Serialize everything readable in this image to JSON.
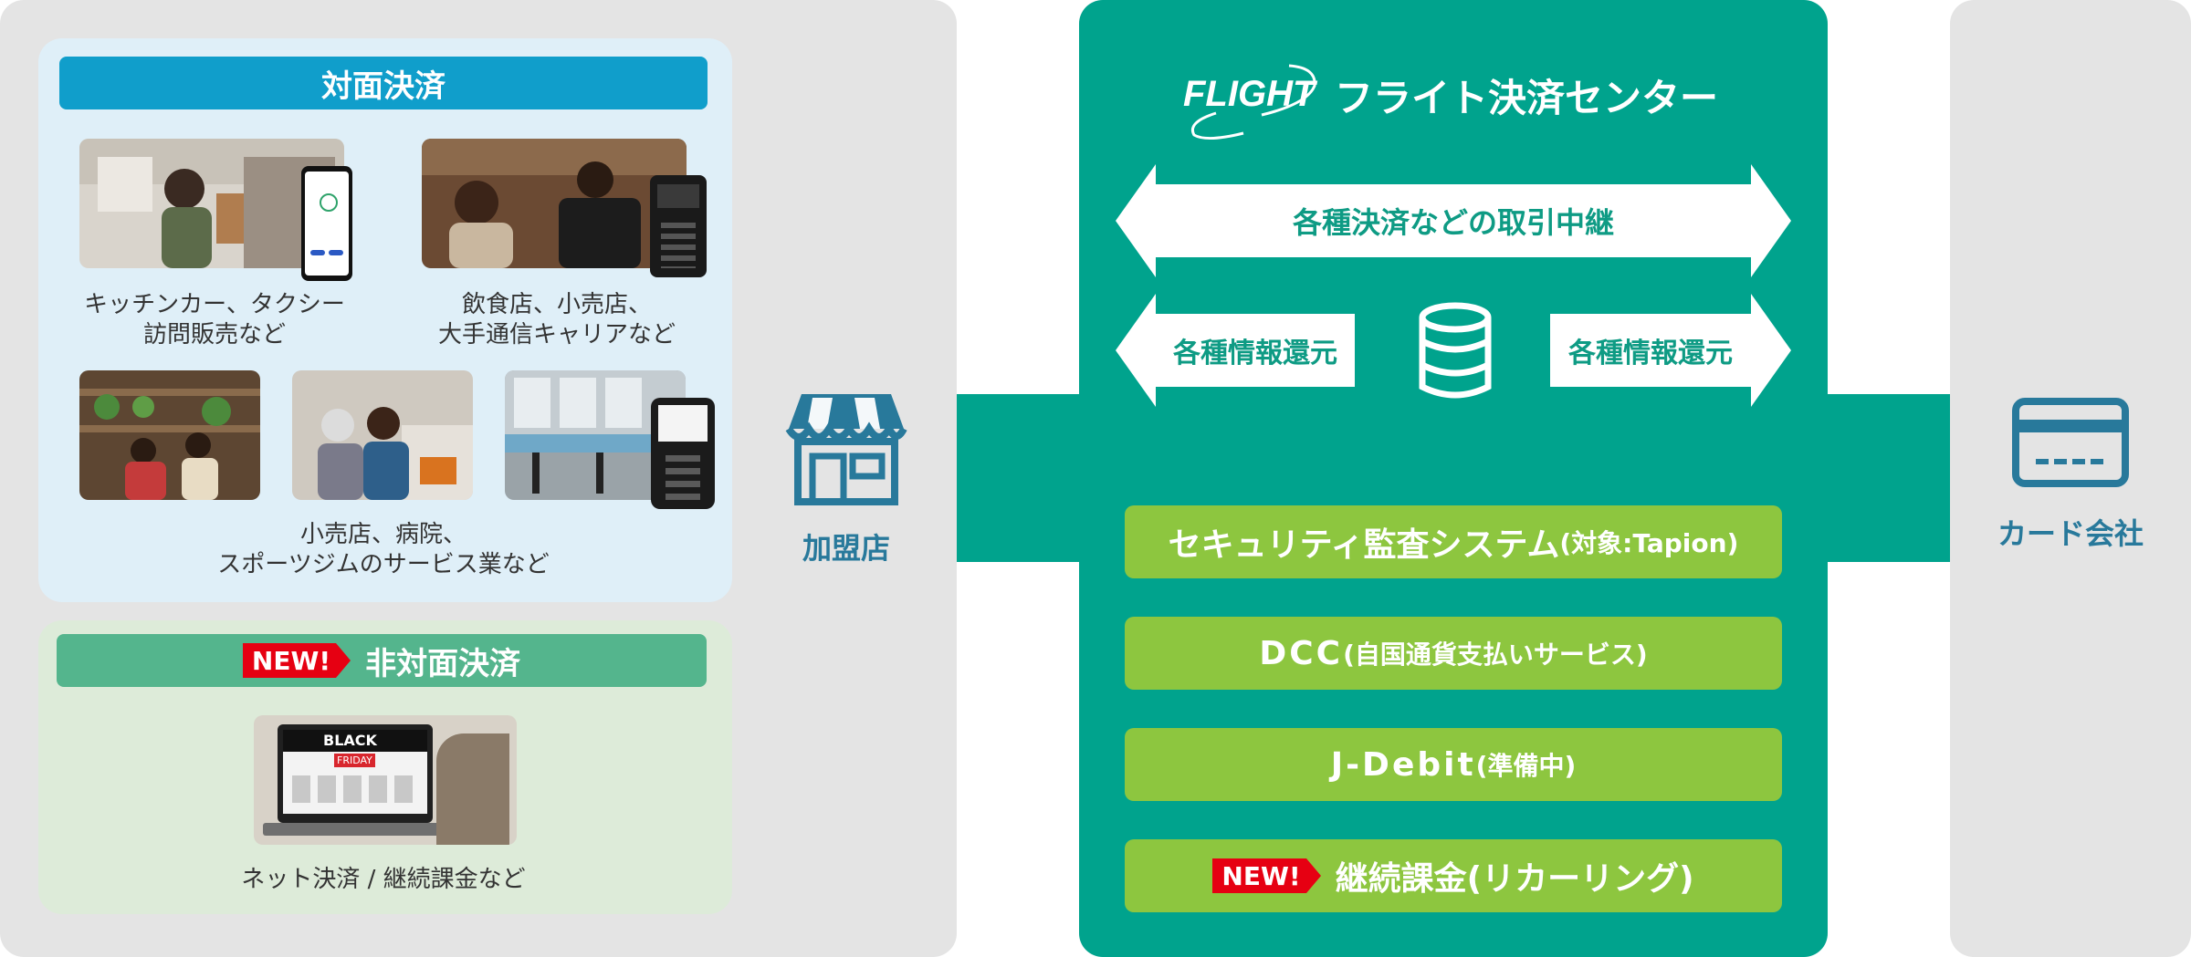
{
  "in_person": {
    "title": "対面決済",
    "caption1_line1": "キッチンカー、タクシー",
    "caption1_line2": "訪問販売など",
    "caption2_line1": "飲食店、小売店、",
    "caption2_line2": "大手通信キャリアなど",
    "caption3_line1": "小売店、病院、",
    "caption3_line2": "スポーツジムのサービス業など"
  },
  "online": {
    "new_label": "NEW!",
    "title": "非対面決済",
    "caption": "ネット決済 / 継続課金など",
    "laptop_text_black": "BLACK",
    "laptop_text_friday": "FRIDAY"
  },
  "merchant": {
    "label": "加盟店",
    "icon": "storefront-icon"
  },
  "center": {
    "logo": "FLIGHT",
    "title": "フライト決済センター",
    "relay": "各種決済などの取引中継",
    "info_return_left": "各種情報還元",
    "info_return_right": "各種情報還元",
    "database_icon": "database-icon",
    "security_main": "セキュリティ監査システム",
    "security_sub": "(対象:Tapion)",
    "dcc_main": "DCC",
    "dcc_sub": "(自国通貨支払いサービス)",
    "jdebit_main": "J-Debit",
    "jdebit_sub": "(準備中)",
    "new_label": "NEW!",
    "recurring": "継続課金(リカーリング)"
  },
  "card_company": {
    "label": "カード会社",
    "icon": "credit-card-icon"
  },
  "colors": {
    "teal": "#00a38d",
    "blue": "#109ecb",
    "green": "#8dc63f",
    "new_red": "#e60012",
    "panel_gray": "#e4e4e4"
  }
}
